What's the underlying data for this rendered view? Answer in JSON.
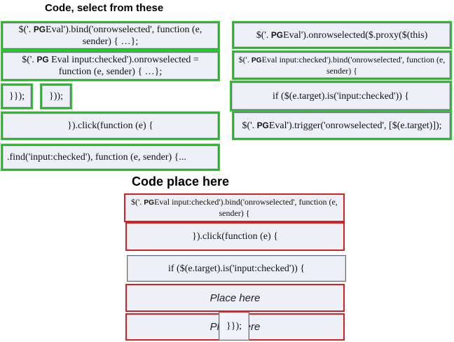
{
  "headings": {
    "select": "Code, select from these",
    "place": "Code place here"
  },
  "source_tiles": [
    {
      "pre": "$('.",
      "pg": "PG",
      "post": "Eval').bind('onrowselected', function (e, sender) { …};"
    },
    {
      "pre": "$('.",
      "pg": "PG",
      "post": " Eval input:checked').onrowselected = function (e, sender) { …};"
    },
    {
      "text": "}});"
    },
    {
      "text": "}));"
    },
    {
      "text": "}).click(function (e) {"
    },
    {
      "text": ".find('input:checked'), function (e, sender) {..."
    },
    {
      "pre": "$('.",
      "pg": "PG",
      "post": "Eval').onrowselected($.proxy($(this)"
    },
    {
      "pre": "$('.",
      "pg": "PG",
      "post": "Eval input:checked').bind('onrowselected', function (e, sender) {"
    },
    {
      "text": "if ($(e.target).is('input:checked')) {"
    },
    {
      "pre": "$('.",
      "pg": "PG",
      "post": "Eval').trigger('onrowselected', [$(e.target)]);"
    }
  ],
  "placed_tiles": [
    {
      "pre": "$('.",
      "pg": "PG",
      "post": "Eval input:checked').bind('onrowselected', function (e, sender) {"
    },
    {
      "text": "}).click(function (e) {"
    },
    {
      "text": "if ($(e.target).is('input:checked')) {"
    },
    {
      "text": "}});"
    }
  ],
  "slots": [
    {
      "label": "Place here"
    },
    {
      "label": "Place here"
    }
  ],
  "colors": {
    "source_frame": "#20d020",
    "slot_frame": "#d42020",
    "tile_bg": "#eef0f7"
  }
}
